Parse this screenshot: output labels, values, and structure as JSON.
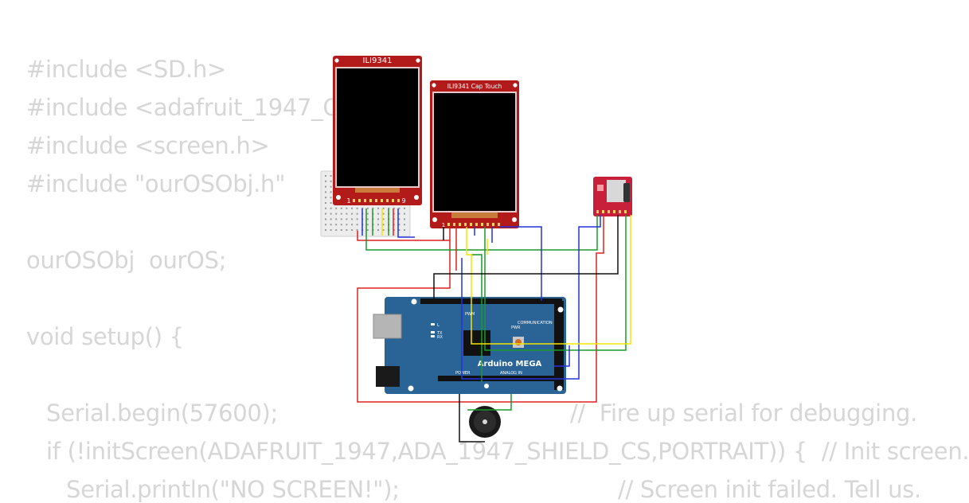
{
  "code": {
    "lines": [
      "#include <SD.h>",
      "#include <adafruit_1947_Obj.h>",
      "#include <screen.h>",
      "#include \"ourOSObj.h\"",
      "ourOSObj  ourOS;",
      "void setup() {",
      "Serial.begin(57600);",
      "//  Fire up serial for debugging.",
      "if (!initScreen(ADAFRUIT_1947,ADA_1947_SHIELD_CS,PORTRAIT)) {  // Init screen.",
      "Serial.println(\"NO SCREEN!\");",
      "// Screen init failed. Tell us."
    ]
  },
  "components": {
    "display1_label": "ILI9341",
    "display2_label": "ILI9341 Cap Touch",
    "display1_pin_first": "1",
    "display1_pin_last": "9",
    "display2_pin_first": "1",
    "mega_label": "Arduino MEGA",
    "mega_header_pwm": "PWM",
    "mega_header_comm": "COMMUNICATION",
    "mega_header_power": "POWER",
    "mega_header_analog": "ANALOG IN",
    "mega_led_l": "L",
    "mega_led_tx": "TX",
    "mega_led_rx": "RX",
    "mega_led_pwr": "PWR"
  },
  "colors": {
    "code_text": "#d6d6d6",
    "pcb_red": "#b31b1b",
    "mega_blue": "#2a6496",
    "wire_red": "#e0201e",
    "wire_green": "#1a9a2a",
    "wire_blue": "#2233dd",
    "wire_yellow": "#f2e600",
    "wire_black": "#111111"
  }
}
